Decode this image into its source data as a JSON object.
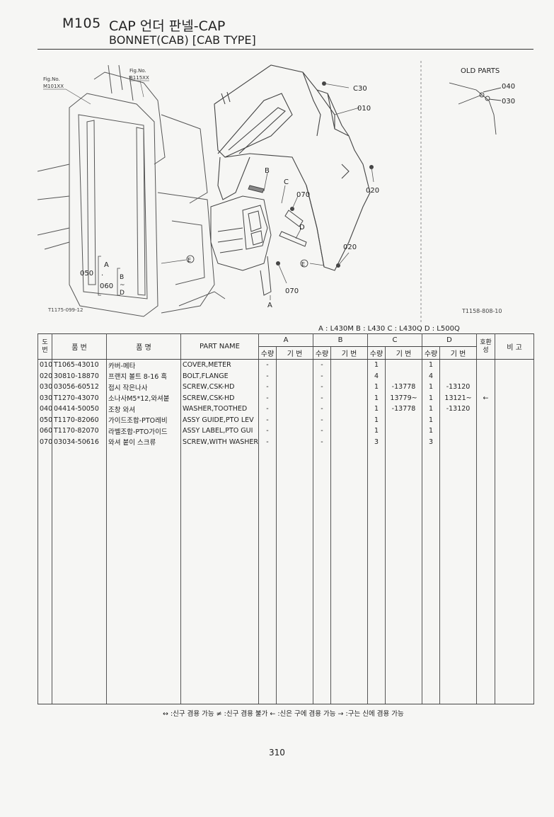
{
  "header": {
    "code": "M105",
    "title_kr": "CAP 언더 판넬-CAP",
    "title_en": "BONNET(CAB) [CAB TYPE]"
  },
  "diagram": {
    "fig_label_1": "Fig.No.",
    "fig_value_1": "M101XX",
    "fig_label_2": "Fig.No.",
    "fig_value_2": "B115XX",
    "callouts": [
      "C30",
      "010",
      "020",
      "070",
      "020",
      "070",
      "B",
      "C",
      "D",
      "A",
      "E",
      "E"
    ],
    "group_labels": [
      "050",
      "060",
      "A",
      "B",
      "D"
    ],
    "group_sep": "·",
    "group_tilde": "~",
    "old_parts_title": "OLD PARTS",
    "old_parts_callouts": [
      "040",
      "030"
    ],
    "fig_id_left": "T1175-099-12",
    "fig_id_right": "T1158-808-10"
  },
  "legend": "A : L430M    B : L430    C : L430Q    D : L500Q",
  "table": {
    "headers": {
      "no": "도번",
      "part_no": "품    번",
      "name_kr": "품        명",
      "part_name": "PART  NAME",
      "a": "A",
      "b": "B",
      "c": "C",
      "d": "D",
      "qty": "수량",
      "serial": "기 번",
      "compat": "호환성",
      "remarks": "비  고"
    },
    "rows": [
      {
        "no": "010",
        "part_no": "T1065-43010",
        "name_kr": "카버-메타",
        "part_name": "COVER,METER",
        "a_qty": "-",
        "a_ser": "",
        "b_qty": "-",
        "b_ser": "",
        "c_qty": "1",
        "c_ser": "",
        "d_qty": "1",
        "d_ser": "",
        "compat": ""
      },
      {
        "no": "020",
        "part_no": "30810-18870",
        "name_kr": "프랜지 볼트 8-16 흑",
        "part_name": "BOLT,FLANGE",
        "a_qty": "-",
        "a_ser": "",
        "b_qty": "-",
        "b_ser": "",
        "c_qty": "4",
        "c_ser": "",
        "d_qty": "4",
        "d_ser": "",
        "compat": ""
      },
      {
        "no": "030",
        "part_no": "03056-60512",
        "name_kr": "접시 작은나사",
        "part_name": "SCREW,CSK-HD",
        "a_qty": "-",
        "a_ser": "",
        "b_qty": "-",
        "b_ser": "",
        "c_qty": "1",
        "c_ser": "-13778",
        "d_qty": "1",
        "d_ser": "-13120",
        "compat": ""
      },
      {
        "no": "030",
        "part_no": "T1270-43070",
        "name_kr": "소나사M5*12,와셔붙",
        "part_name": "SCREW,CSK-HD",
        "a_qty": "-",
        "a_ser": "",
        "b_qty": "-",
        "b_ser": "",
        "c_qty": "1",
        "c_ser": "13779~",
        "d_qty": "1",
        "d_ser": "13121~",
        "compat": "←"
      },
      {
        "no": "040",
        "part_no": "04414-50050",
        "name_kr": "조창 와셔",
        "part_name": "WASHER,TOOTHED",
        "a_qty": "-",
        "a_ser": "",
        "b_qty": "-",
        "b_ser": "",
        "c_qty": "1",
        "c_ser": "-13778",
        "d_qty": "1",
        "d_ser": "-13120",
        "compat": ""
      },
      {
        "no": "050",
        "part_no": "T1170-82060",
        "name_kr": "가이드조합-PTO레비",
        "part_name": "ASSY GUIDE,PTO LEV",
        "a_qty": "-",
        "a_ser": "",
        "b_qty": "-",
        "b_ser": "",
        "c_qty": "1",
        "c_ser": "",
        "d_qty": "1",
        "d_ser": "",
        "compat": ""
      },
      {
        "no": "060",
        "part_no": "T1170-82070",
        "name_kr": "라벨조합-PTO가이드",
        "part_name": "ASSY LABEL,PTO GUI",
        "a_qty": "-",
        "a_ser": "",
        "b_qty": "-",
        "b_ser": "",
        "c_qty": "1",
        "c_ser": "",
        "d_qty": "1",
        "d_ser": "",
        "compat": ""
      },
      {
        "no": "070",
        "part_no": "03034-50616",
        "name_kr": "와셔 붙이 스크류",
        "part_name": "SCREW,WITH WASHER",
        "a_qty": "-",
        "a_ser": "",
        "b_qty": "-",
        "b_ser": "",
        "c_qty": "3",
        "c_ser": "",
        "d_qty": "3",
        "d_ser": "",
        "compat": ""
      }
    ]
  },
  "footnote": "↔ :신구 겸용 가능    ≠ :신구 겸용 불가    ← :신은 구에 겸용 가능    → :구는 신에 겸용 가능",
  "page_number": "310"
}
